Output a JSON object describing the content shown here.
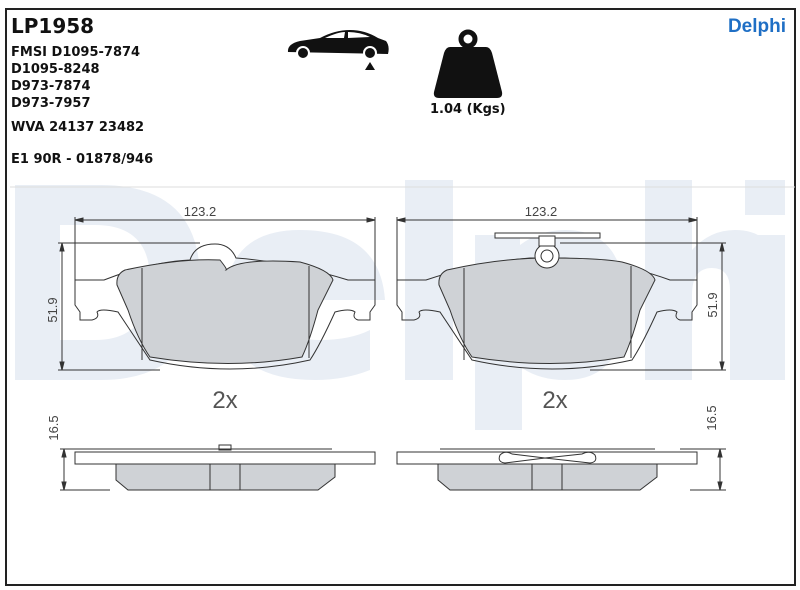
{
  "product": {
    "code": "LP1958",
    "brand": "Delphi",
    "weight": "1.04 (Kgs)"
  },
  "references": {
    "fmsi": [
      "FMSI D1095-7874",
      "D1095-8248",
      "D973-7874",
      "D973-7957"
    ],
    "wva": "WVA 24137 23482",
    "approval": "E1 90R - 01878/946"
  },
  "icons": {
    "axle": "car-rear-axle-icon",
    "weight": "weight-icon"
  },
  "dimensions": {
    "width": "123.2",
    "height": "51.9",
    "thickness": "16.5",
    "quantity": "2x"
  },
  "colors": {
    "brand": "#1f6fc5",
    "friction": "#cfd2d6",
    "watermark": "#e8eef5"
  }
}
